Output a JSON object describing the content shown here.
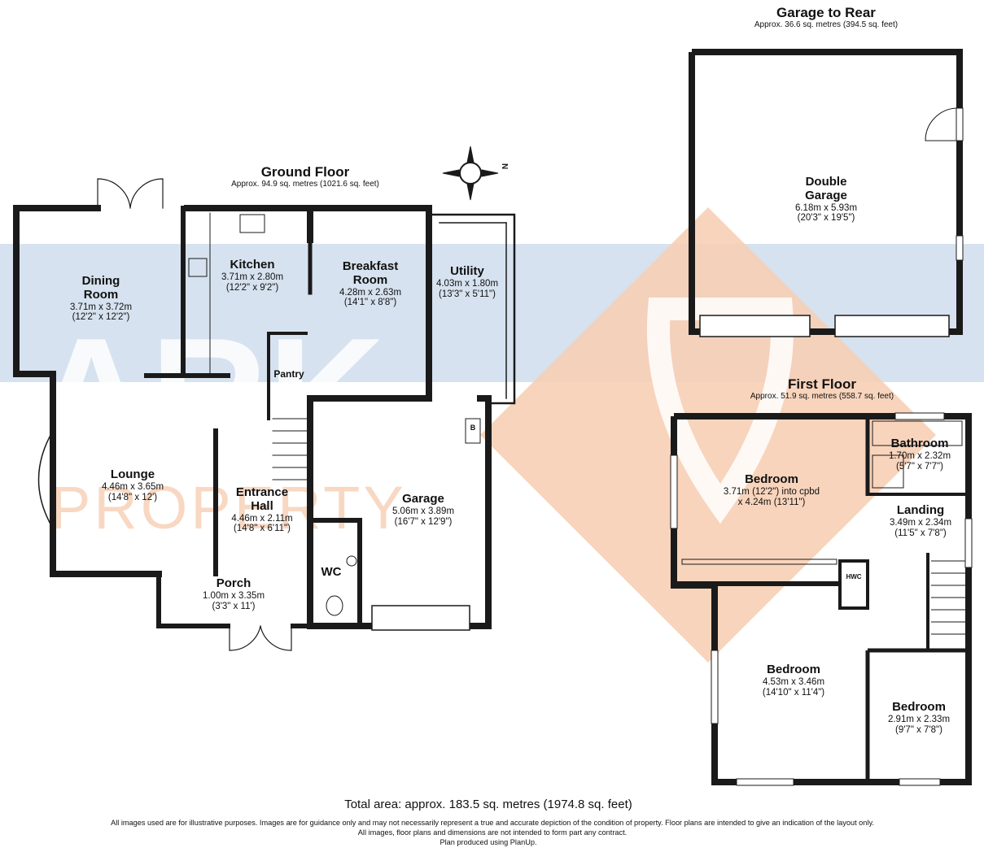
{
  "sections": {
    "garage_to_rear": {
      "title": "Garage to Rear",
      "area": "Approx. 36.6 sq. metres (394.5 sq. feet)"
    },
    "ground_floor": {
      "title": "Ground Floor",
      "area": "Approx. 94.9 sq. metres (1021.6 sq. feet)"
    },
    "first_floor": {
      "title": "First Floor",
      "area": "Approx. 51.9 sq. metres (558.7 sq. feet)"
    }
  },
  "rooms": {
    "double_garage": {
      "name": "Double Garage",
      "metric": "6.18m x 5.93m",
      "imperial": "(20'3\" x 19'5\")"
    },
    "dining_room": {
      "name": "Dining Room",
      "metric": "3.71m x 3.72m",
      "imperial": "(12'2\" x 12'2\")"
    },
    "kitchen": {
      "name": "Kitchen",
      "metric": "3.71m x 2.80m",
      "imperial": "(12'2\" x 9'2\")"
    },
    "breakfast_room": {
      "name": "Breakfast Room",
      "metric": "4.28m x 2.63m",
      "imperial": "(14'1\" x 8'8\")"
    },
    "utility": {
      "name": "Utility",
      "metric": "4.03m x 1.80m",
      "imperial": "(13'3\" x 5'11\")"
    },
    "pantry": {
      "name": "Pantry"
    },
    "lounge": {
      "name": "Lounge",
      "metric": "4.46m x 3.65m",
      "imperial": "(14'8\" x 12')"
    },
    "entrance_hall": {
      "name": "Entrance Hall",
      "metric": "4.46m x 2.11m",
      "imperial": "(14'8\" x 6'11\")"
    },
    "garage": {
      "name": "Garage",
      "metric": "5.06m x 3.89m",
      "imperial": "(16'7\" x 12'9\")"
    },
    "wc": {
      "name": "WC"
    },
    "porch": {
      "name": "Porch",
      "metric": "1.00m x 3.35m",
      "imperial": "(3'3\" x 11')"
    },
    "bedroom_1": {
      "name": "Bedroom",
      "metric": "3.71m (12'2\") into cpbd",
      "imperial": "x 4.24m (13'11\")"
    },
    "bathroom": {
      "name": "Bathroom",
      "metric": "1.70m x 2.32m",
      "imperial": "(5'7\" x 7'7\")"
    },
    "landing": {
      "name": "Landing",
      "metric": "3.49m x 2.34m",
      "imperial": "(11'5\" x 7'8\")"
    },
    "bedroom_2": {
      "name": "Bedroom",
      "metric": "4.53m x 3.46m",
      "imperial": "(14'10\" x 11'4\")"
    },
    "bedroom_3": {
      "name": "Bedroom",
      "metric": "2.91m x 2.33m",
      "imperial": "(9'7\" x 7'8\")"
    }
  },
  "fixtures": {
    "boiler": "B",
    "hot_water_cylinder": "HWC"
  },
  "compass": {
    "label": "N"
  },
  "watermark": {
    "brand": "ARK",
    "sub": "PROPERTY"
  },
  "footer": {
    "total_area": "Total area: approx. 183.5 sq. metres (1974.8 sq. feet)",
    "disclaimer": "All images used are for illustrative purposes. Images are for guidance only and may not necessarily represent a true and accurate depiction of the condition of property. Floor plans are intended to give an indication of the layout only. All images, floor plans and dimensions are not intended to form part any contract.",
    "credit": "Plan produced using PlanUp."
  },
  "colors": {
    "wall": "#1a1a1a",
    "band_blue": "#d6e2ef",
    "watermark_orange": "#f7cfb5",
    "watermark_white": "#ffffff"
  }
}
